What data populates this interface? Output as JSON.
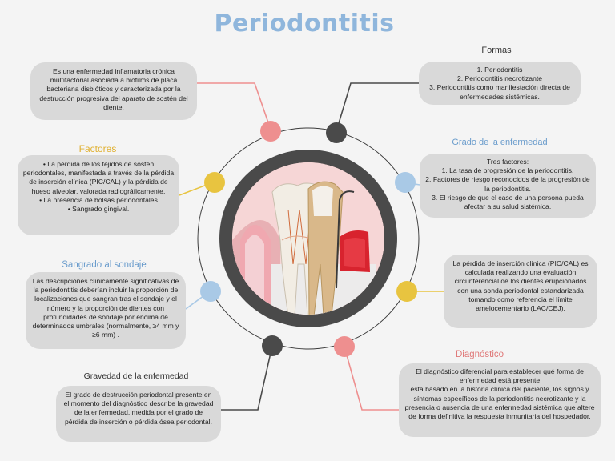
{
  "title": "Periodontitis",
  "colors": {
    "title": "#8fb6dc",
    "pink": "#ee8f8f",
    "dark": "#4a4a4a",
    "yellow": "#e8c440",
    "blue": "#a9c9e6",
    "box": "#d9d9d9",
    "factores_heading": "#e0b030",
    "sangrado_heading": "#6a9ccc",
    "grado_heading": "#6a9ccc",
    "diagnostico_heading": "#e07a7a"
  },
  "definition": {
    "text": "Es una enfermedad inflamatoria crónica multifactorial asociada a biofilms de placa bacteriana disbióticos y caracterizada por la destrucción progresiva del aparato de sostén del diente."
  },
  "formas": {
    "heading": "Formas",
    "items": [
      "1. Periodontitis",
      "2. Periodontitis necrotizante",
      "3. Periodontitis como manifestación directa de enfermedades sistémicas."
    ]
  },
  "factores": {
    "heading": "Factores",
    "items": [
      "• La pérdida de los tejidos de sostén periodontales, manifestada a través de la pérdida de inserción clínica (PIC/CAL) y la pérdida de hueso alveolar, valorada radiográficamente.",
      "• La presencia de bolsas periodontales",
      "• Sangrado gingival."
    ]
  },
  "grado": {
    "heading": "Grado de la enfermedad",
    "intro": "Tres factores:",
    "items": [
      "1. La tasa de progresión de la periodontitis.",
      "2. Factores de riesgo reconocidos de la progresión de la periodontitis.",
      "3. El riesgo de que el caso de una persona pueda afectar a su salud sistémica."
    ]
  },
  "sangrado": {
    "heading": "Sangrado al sondaje",
    "text": "Las descripciones clínicamente significativas de la periodontitis deberían incluir la proporción de localizaciones que sangran tras el sondaje y el número y la proporción de dientes con profundidades de sondaje por encima de determinados umbrales (normalmente, ≥4 mm y ≥6 mm) ."
  },
  "perdida": {
    "text": "La pérdida de inserción clínica (PIC/CAL) es calculada realizando una evaluación circunferencial de los dientes erupcionados con una sonda periodontal estandarizada tomando como referencia el límite amelocementario (LAC/CEJ)."
  },
  "gravedad": {
    "heading": "Gravedad de la enfermedad",
    "text": "El grado de destrucción periodontal presente en el momento del diagnóstico describe la gravedad de la enfermedad, medida por el grado de pérdida de inserción o pérdida ósea periodontal."
  },
  "diagnostico": {
    "heading": "Diagnóstico",
    "line1": "El diagnóstico diferencial para establecer qué forma de enfermedad está presente",
    "line2": "está basado en la historia clínica del paciente, los signos y síntomas específicos de la periodontitis necrotizante y la presencia o ausencia de una enfermedad sistémica que altere de forma definitiva la respuesta inmunitaria del hospedador."
  }
}
